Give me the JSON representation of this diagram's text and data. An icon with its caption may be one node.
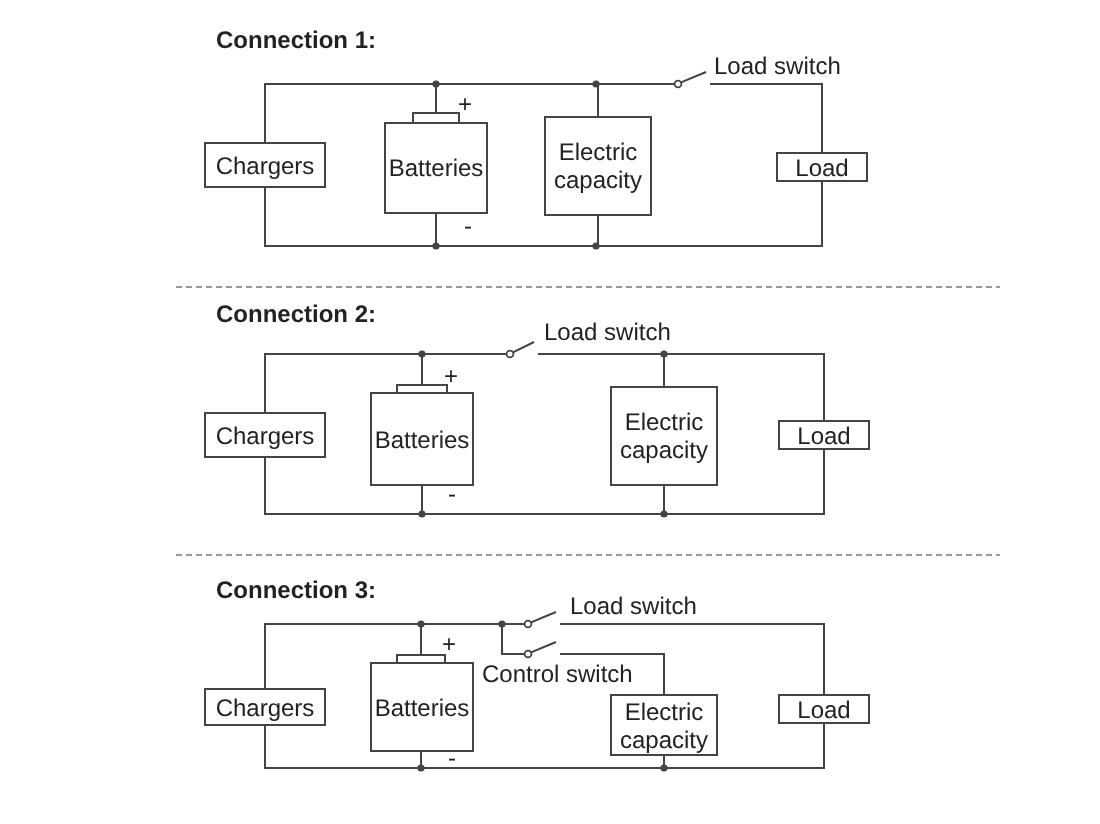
{
  "diagram": {
    "nodes": [
      {
        "text": [],
        "shape": "switch",
        "beside": [
          "Load switch"
        ]
      },
      {
        "text": [
          "Chargers"
        ]
      },
      {
        "text": [
          "Batteries"
        ],
        "beside": [
          "+",
          "-"
        ]
      },
      {
        "text": [
          "Electric capacity"
        ]
      },
      {
        "text": [
          "Load"
        ]
      },
      {
        "text": [],
        "shape": "switch",
        "beside": [
          "Load switch"
        ]
      },
      {
        "text": [
          "Chargers"
        ]
      },
      {
        "text": [
          "Batteries"
        ],
        "beside": [
          "+",
          "-"
        ]
      },
      {
        "text": [
          "Electric capacity"
        ]
      },
      {
        "text": [
          "Load"
        ]
      },
      {
        "text": [],
        "shape": "switch",
        "beside": [
          "Load switch"
        ]
      },
      {
        "text": [],
        "shape": "switch",
        "beside": [
          "Control switch"
        ]
      },
      {
        "text": [
          "Chargers"
        ]
      },
      {
        "text": [
          "Batteries"
        ],
        "beside": [
          "+",
          "-"
        ]
      },
      {
        "text": [
          "Electric capacity"
        ]
      },
      {
        "text": [
          "Load"
        ]
      }
    ],
    "edges": [
      {
        "from": 1,
        "to": 2,
        "arrow": "none"
      },
      {
        "from": 2,
        "to": 3,
        "arrow": "none"
      },
      {
        "from": 3,
        "to": 0,
        "arrow": "none"
      },
      {
        "from": 0,
        "to": 4,
        "arrow": "none"
      },
      {
        "from": 1,
        "to": 2,
        "arrow": "none"
      },
      {
        "from": 2,
        "to": 3,
        "arrow": "none"
      },
      {
        "from": 3,
        "to": 4,
        "arrow": "none"
      },
      {
        "from": 6,
        "to": 7,
        "arrow": "none"
      },
      {
        "from": 7,
        "to": 5,
        "arrow": "none"
      },
      {
        "from": 5,
        "to": 8,
        "arrow": "none"
      },
      {
        "from": 8,
        "to": 9,
        "arrow": "none"
      },
      {
        "from": 6,
        "to": 7,
        "arrow": "none"
      },
      {
        "from": 7,
        "to": 8,
        "arrow": "none"
      },
      {
        "from": 8,
        "to": 9,
        "arrow": "none"
      },
      {
        "from": 12,
        "to": 13,
        "arrow": "none"
      },
      {
        "from": 13,
        "to": 10,
        "arrow": "none"
      },
      {
        "from": 13,
        "to": 11,
        "arrow": "none"
      },
      {
        "from": 10,
        "to": 15,
        "arrow": "none"
      },
      {
        "from": 11,
        "to": 14,
        "arrow": "none"
      },
      {
        "from": 12,
        "to": 13,
        "arrow": "none"
      },
      {
        "from": 13,
        "to": 14,
        "arrow": "none"
      },
      {
        "from": 14,
        "to": 15,
        "arrow": "none"
      }
    ],
    "labels": [
      "Connection 1:",
      "Connection 2:",
      "Connection 3:"
    ]
  }
}
